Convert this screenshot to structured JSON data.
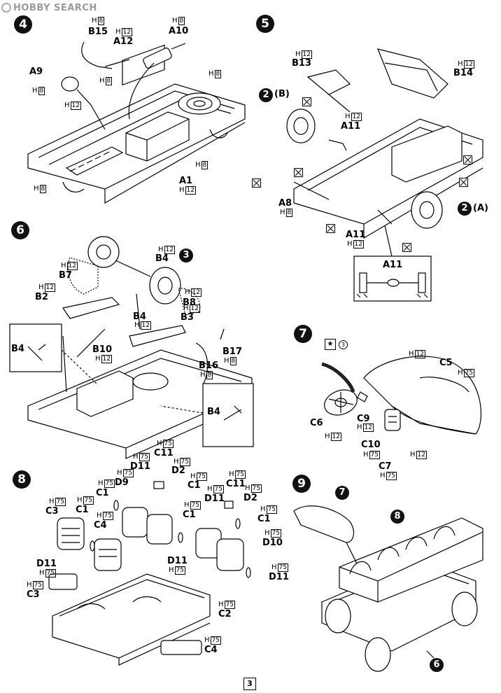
{
  "watermark": "HOBBY SEARCH",
  "page_number": "3",
  "steps": [
    "4",
    "5",
    "6",
    "7",
    "8",
    "9"
  ],
  "step_refs": {
    "s5_2B_num": "2",
    "s5_2B_suffix": "(B)",
    "s5_2A_num": "2",
    "s5_2A_suffix": "(A)",
    "s6_ref": "3",
    "s7_ref_num": "3",
    "s9_ref7": "7",
    "s9_ref8": "8",
    "s9_ref6": "6"
  },
  "h": "H",
  "step4": {
    "B15": "B15",
    "A12": "A12",
    "A10": "A10",
    "A9": "A9",
    "A1": "A1",
    "h8": "8",
    "h12": "12"
  },
  "step5": {
    "B13": "B13",
    "B14": "B14",
    "A11": "A11",
    "A8": "A8",
    "A11b": "A11",
    "A11c": "A11"
  },
  "step6": {
    "B4": "B4",
    "B7": "B7",
    "B2": "B2",
    "B8": "B8",
    "B4b": "B4",
    "B3": "B3",
    "B4c": "B4",
    "B10": "B10",
    "B17": "B17",
    "B16": "B16",
    "B4d": "B4"
  },
  "step7": {
    "C5": "C5",
    "C6": "C6",
    "C9": "C9",
    "C10": "C10",
    "C7": "C7",
    "h75": "75"
  },
  "step8": {
    "C11": "C11",
    "D11": "D11",
    "D2": "D2",
    "D9": "D9",
    "C1": "C1",
    "C3": "C3",
    "C4": "C4",
    "D10": "D10",
    "C2": "C2"
  }
}
